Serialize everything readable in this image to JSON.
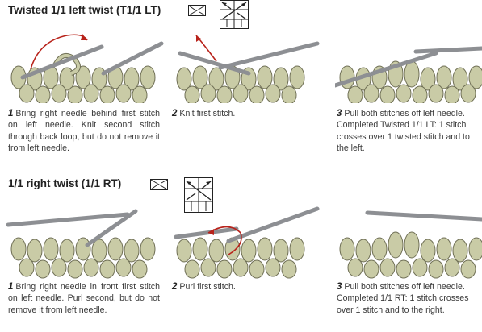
{
  "sections": [
    {
      "title": "Twisted 1/1 left twist (T1/1 LT)",
      "steps": [
        {
          "number": "1",
          "text": "Bring right needle behind first stitch on left needle. Knit second stitch through back loop, but do not remove it from left needle."
        },
        {
          "number": "2",
          "text": "Knit first stitch."
        },
        {
          "number": "3",
          "text": "Pull both stitches off left needle. Completed Twisted 1/1 LT: 1 stitch crosses over 1 twisted stitch and to the left."
        }
      ]
    },
    {
      "title": "1/1 right twist (1/1 RT)",
      "steps": [
        {
          "number": "1",
          "text": "Bring right needle in front first stitch on left needle. Purl second, but do not remove it from left needle."
        },
        {
          "number": "2",
          "text": "Purl first stitch."
        },
        {
          "number": "3",
          "text": "Pull both stitches off left needle. Completed 1/1 RT: 1 stitch crosses over 1 stitch and to the right."
        }
      ]
    }
  ],
  "colors": {
    "yarn": "#c9cba6",
    "yarn_outline": "#6f6f55",
    "needle": "#8d8f93",
    "arrow_red": "#b8231b"
  }
}
